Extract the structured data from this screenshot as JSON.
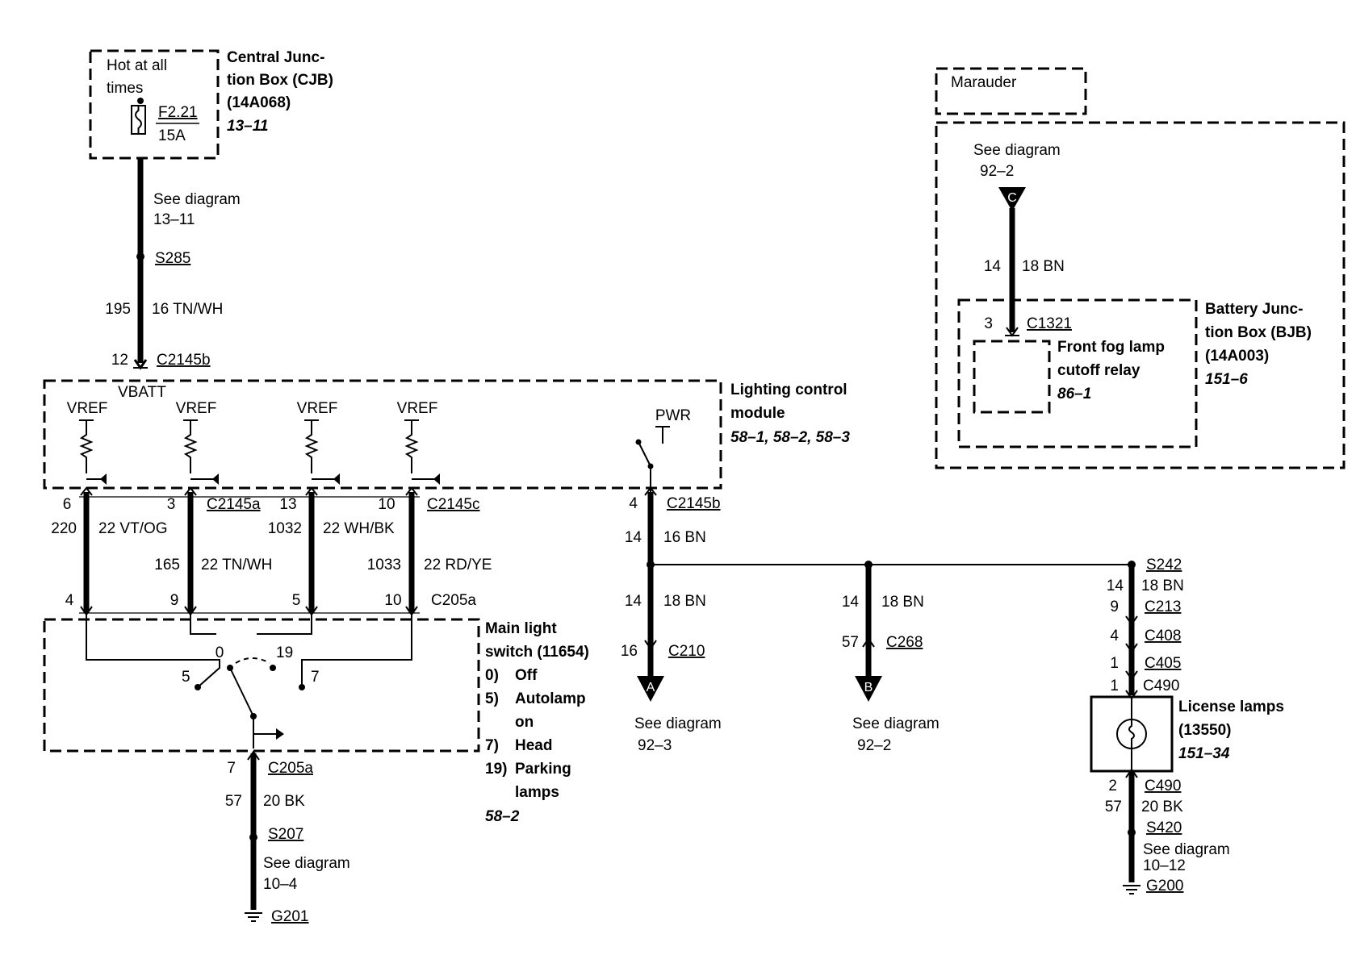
{
  "cjb": {
    "hot": [
      "Hot at all",
      "times"
    ],
    "fuse": "F2.21",
    "amp": "15A",
    "title": [
      "Central Junc-",
      "tion Box (CJB)",
      "(14A068)"
    ],
    "ref": "13–11"
  },
  "top_wire": {
    "see": "See diagram",
    "see_ref": "13–11",
    "splice": "S285",
    "circuit": "195",
    "gauge": "16 TN/WH",
    "pin": "12",
    "conn": "C2145b"
  },
  "lcm": {
    "title": [
      "Lighting control",
      "module"
    ],
    "ref": "58–1, 58–2, 58–3",
    "vbatt": "VBATT",
    "vref": "VREF",
    "pwr": "PWR"
  },
  "lcm_wires": {
    "pins_top": [
      "6",
      "3",
      "13",
      "10"
    ],
    "conn_a": "C2145a",
    "conn_c": "C2145c",
    "circuits": [
      "220",
      "165",
      "1032",
      "1033"
    ],
    "gauges": [
      "22 VT/OG",
      "22 TN/WH",
      "22 WH/BK",
      "22 RD/YE"
    ],
    "pins_bottom": [
      "4",
      "9",
      "5",
      "10"
    ],
    "conn_bottom": "C205a"
  },
  "main_switch": {
    "title": [
      "Main light",
      "switch (11654)"
    ],
    "positions": [
      {
        "num": "0)",
        "label": [
          "Off"
        ]
      },
      {
        "num": "5)",
        "label": [
          "Autolamp",
          "on"
        ]
      },
      {
        "num": "7)",
        "label": [
          "Head"
        ]
      },
      {
        "num": "19)",
        "label": [
          "Parking",
          "lamps"
        ]
      }
    ],
    "ref": "58–2",
    "pos_labels": [
      "0",
      "19",
      "5",
      "7"
    ]
  },
  "ground1": {
    "pin": "7",
    "conn": "C205a",
    "circuit": "57",
    "gauge": "20 BK",
    "splice": "S207",
    "see": "See diagram",
    "see_ref": "10–4",
    "ground": "G201"
  },
  "pwr_wire": {
    "pin": "4",
    "conn": "C2145b",
    "circuit": "14",
    "gauge": "16 BN"
  },
  "branch_a": {
    "circuit": "14",
    "gauge": "18 BN",
    "pin": "16",
    "conn": "C210",
    "letter": "A",
    "see": "See diagram",
    "see_ref": "92–3"
  },
  "branch_b": {
    "circuit": "14",
    "gauge": "18 BN",
    "pin": "57",
    "conn": "C268",
    "letter": "B",
    "see": "See diagram",
    "see_ref": "92–2"
  },
  "license": {
    "splice": "S242",
    "circuit": "14",
    "gauge": "18 BN",
    "connectors": [
      {
        "pin": "9",
        "conn": "C213"
      },
      {
        "pin": "4",
        "conn": "C408"
      },
      {
        "pin": "1",
        "conn": "C405"
      },
      {
        "pin": "1",
        "conn": "C490"
      }
    ],
    "title": [
      "License lamps",
      "(13550)"
    ],
    "ref": "151–34",
    "out_pin": "2",
    "out_conn": "C490",
    "out_circuit": "57",
    "out_gauge": "20 BK",
    "out_splice": "S420",
    "see": "See diagram",
    "see_ref": "10–12",
    "ground": "G200"
  },
  "marauder": {
    "label": "Marauder",
    "see": "See diagram",
    "see_ref": "92–2",
    "letter": "C",
    "circuit": "14",
    "gauge": "18 BN",
    "pin": "3",
    "conn": "C1321",
    "relay": [
      "Front fog lamp",
      "cutoff relay"
    ],
    "relay_ref": "86–1",
    "bjb": [
      "Battery Junc-",
      "tion Box (BJB)",
      "(14A003)"
    ],
    "bjb_ref": "151–6"
  }
}
